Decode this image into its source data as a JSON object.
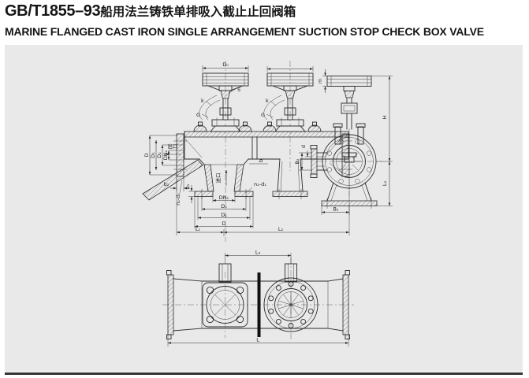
{
  "title": {
    "standard": "GB/T1855–93",
    "chinese": "船用法兰铸铁单排吸入截止止回阀箱",
    "english": "MARINE FLANGED CAST IRON SINGLE ARRANGEMENT SUCTION STOP CHECK BOX VALVE"
  },
  "colors": {
    "page_bg": "#ffffff",
    "panel_bg": "#e9e9e9",
    "line": "#2b2b2b",
    "bottom_rule": "#343434"
  },
  "front_view": {
    "handwheel_dia": "D₀",
    "stem_flat": "S",
    "bridge1": "k",
    "gland1": "G",
    "bridge2": "k",
    "gland2": "G",
    "outlet_label": "出口",
    "inlet_label": "进口",
    "outlet_od": "D",
    "outlet_bolt_circle": "D₁",
    "outlet_face": "D₂",
    "outlet_bore": "DN₂",
    "outlet_thickness": "b₂",
    "outlet_holes": "n₂-d₂",
    "inlet_bore": "DN₁",
    "inlet_face": "D₂",
    "inlet_bolt_circle": "D₁",
    "inlet_od": "D",
    "inlet_thickness": "b₁",
    "inlet_holes": "n₁-d₁",
    "wall_thickness": "b",
    "len_left": "L₁",
    "len_right": "L₂"
  },
  "side_view": {
    "rim_height": "m",
    "total_height": "H",
    "center_to_base": "L₃",
    "stub_bore": "d",
    "stub_boss": "B₂",
    "base_half_width": "B₁"
  },
  "plan_view": {
    "valve_spacing": "L₄",
    "overall_length": "L"
  }
}
